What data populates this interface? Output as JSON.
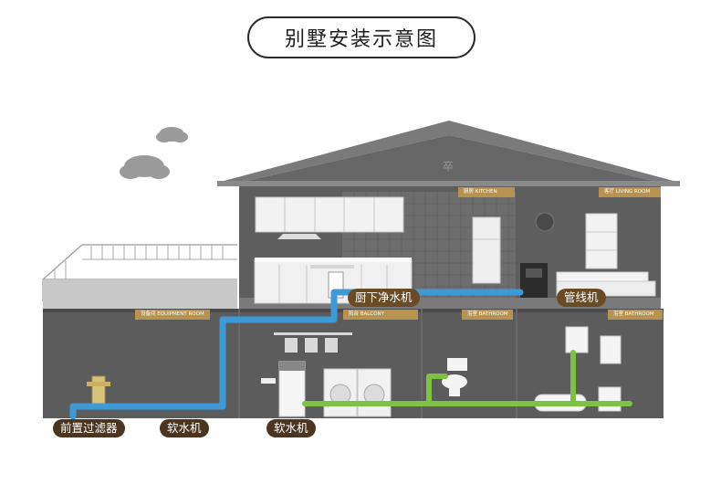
{
  "title": "别墅安装示意图",
  "rooms": {
    "kitchen": "厨房 KITCHEN",
    "living_room": "客厅 LIVING ROOM",
    "equipment_room": "设备间 EQUIPMENT ROOM",
    "balcony": "阳台 BALCONY",
    "bathroom_1": "浴室 BATHROOM",
    "bathroom_2": "浴室 BATHROOM"
  },
  "callouts": {
    "kitchen_purifier": "厨下净水机",
    "pipeline_machine": "管线机",
    "pre_filter": "前置过滤器",
    "softener_1": "软水机",
    "softener_2": "软水机"
  },
  "attic_glyph": "卒",
  "colors": {
    "wall": "#585858",
    "roof": "#6f6f6f",
    "pipe_blue": "#3e9ad6",
    "pipe_green": "#7dc243",
    "tag": "#b8924f",
    "callout": "#6b4a26"
  }
}
